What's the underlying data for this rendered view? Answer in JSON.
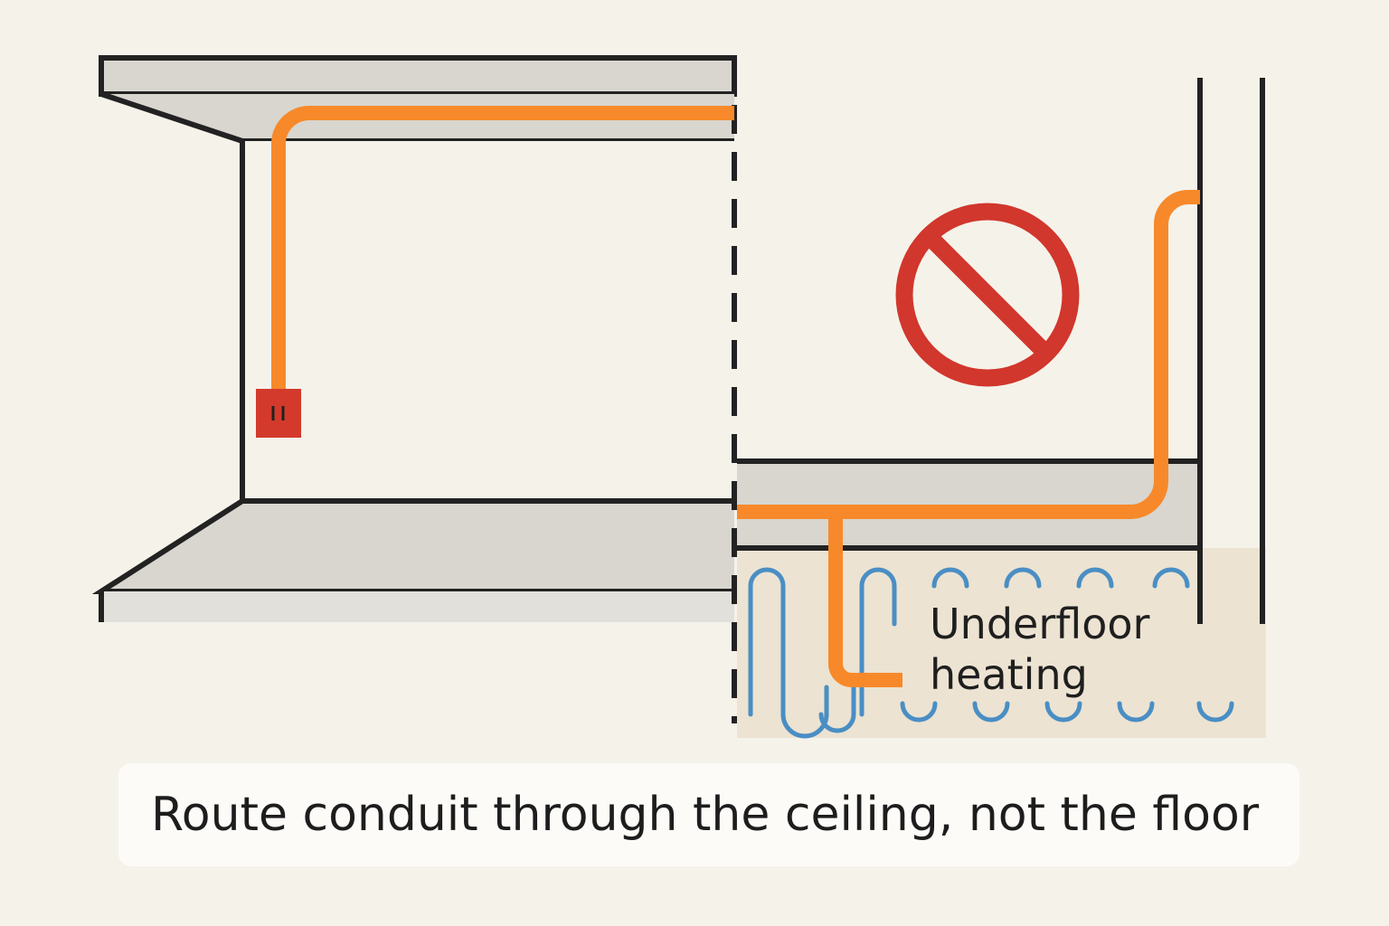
{
  "diagram": {
    "underfloor_label_line1": "Underfloor",
    "underfloor_label_line2": "heating",
    "caption": "Route conduit through the ceiling, not the floor"
  },
  "icons": {
    "prohibited": "prohibited-icon",
    "outlet": "outlet-icon"
  },
  "colors": {
    "background": "#f5f2ea",
    "slab": "#d8d6cf",
    "conduit": "#f7892a",
    "prohibited": "#d1372c",
    "outlet": "#d33a2c",
    "heating_pipe": "#4a8ec4",
    "heating_zone": "#ece3d2",
    "outline": "#222222"
  }
}
